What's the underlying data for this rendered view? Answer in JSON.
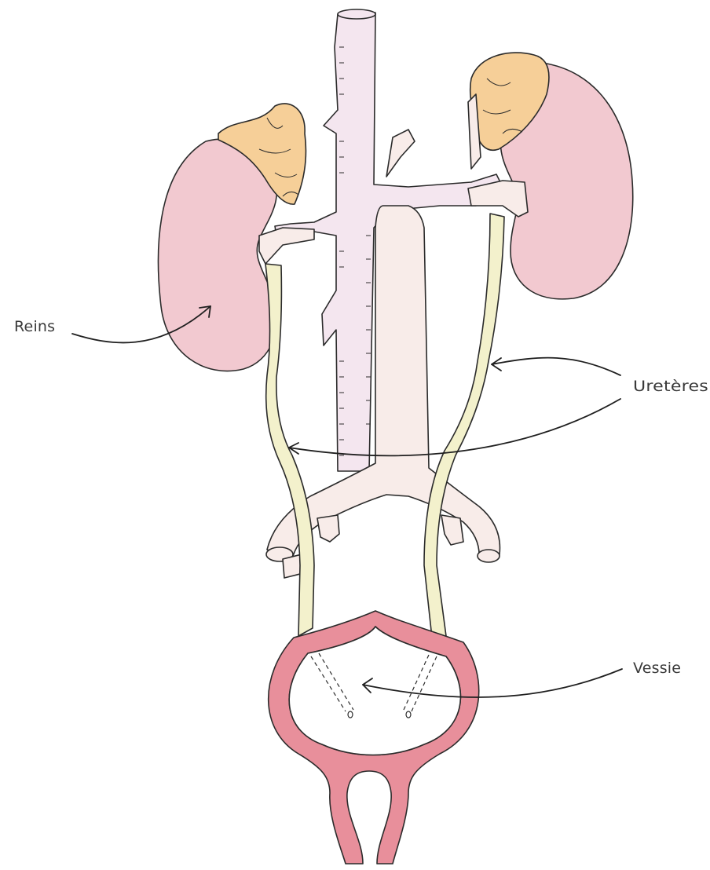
{
  "labels": {
    "kidneys": "Reins",
    "ureters": "Uretères",
    "bladder": "Vessie"
  },
  "colors": {
    "kidney": "#f2c9d0",
    "adrenal": "#f6cf98",
    "vessel": "#f8ece9",
    "vein": "#f4e6ef",
    "ureter": "#f3f1cc",
    "bladder_wall": "#e88f9b",
    "outline": "#2b2b2b"
  }
}
